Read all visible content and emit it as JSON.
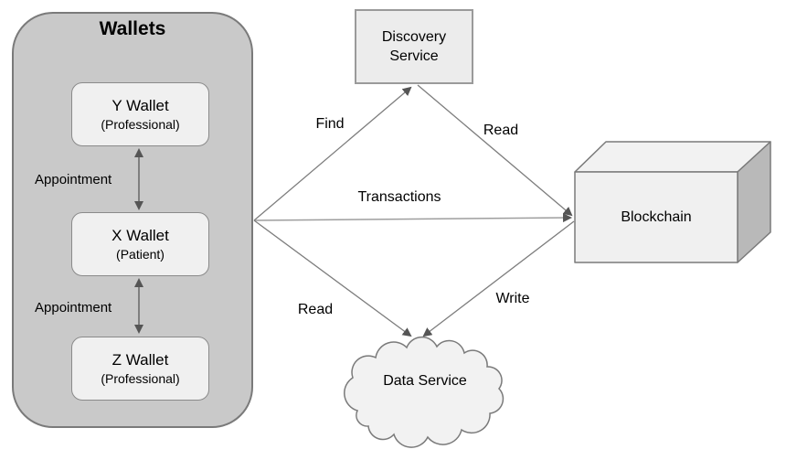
{
  "wallets_panel": {
    "title": "Wallets",
    "items": [
      {
        "name": "Y Wallet",
        "role": "(Professional)"
      },
      {
        "name": "X Wallet",
        "role": "(Patient)"
      },
      {
        "name": "Z Wallet",
        "role": "(Professional)"
      }
    ],
    "relations": [
      {
        "label": "Appointment",
        "between": "Y Wallet and X Wallet",
        "arrow": "double-headed"
      },
      {
        "label": "Appointment",
        "between": "X Wallet and Z Wallet",
        "arrow": "double-headed"
      }
    ]
  },
  "nodes": {
    "discovery_service": {
      "label": "Discovery Service",
      "shape": "rectangle"
    },
    "blockchain": {
      "label": "Blockchain",
      "shape": "3d-box"
    },
    "data_service": {
      "label": "Data Service",
      "shape": "cloud"
    }
  },
  "edges": [
    {
      "id": "find",
      "label": "Find",
      "from": "wallets",
      "to": "discovery_service"
    },
    {
      "id": "read-top",
      "label": "Read",
      "from": "discovery_service",
      "to": "blockchain"
    },
    {
      "id": "transactions",
      "label": "Transactions",
      "from": "wallets",
      "to": "blockchain"
    },
    {
      "id": "read-bottom",
      "label": "Read",
      "from": "wallets",
      "to": "data_service"
    },
    {
      "id": "write",
      "label": "Write",
      "from": "blockchain",
      "to": "data_service"
    }
  ],
  "colors": {
    "panel_fill": "#c9c9c9",
    "node_fill": "#f0f0f0",
    "discovery_fill": "#ececec",
    "cloud_fill": "#f2f2f2",
    "blockchain_top_fill": "#f2f2f2",
    "blockchain_side_fill": "#b9b9b9",
    "border": "#7a7a7a",
    "arrow_line": "#7d7d7d",
    "arrowhead": "#555555"
  }
}
